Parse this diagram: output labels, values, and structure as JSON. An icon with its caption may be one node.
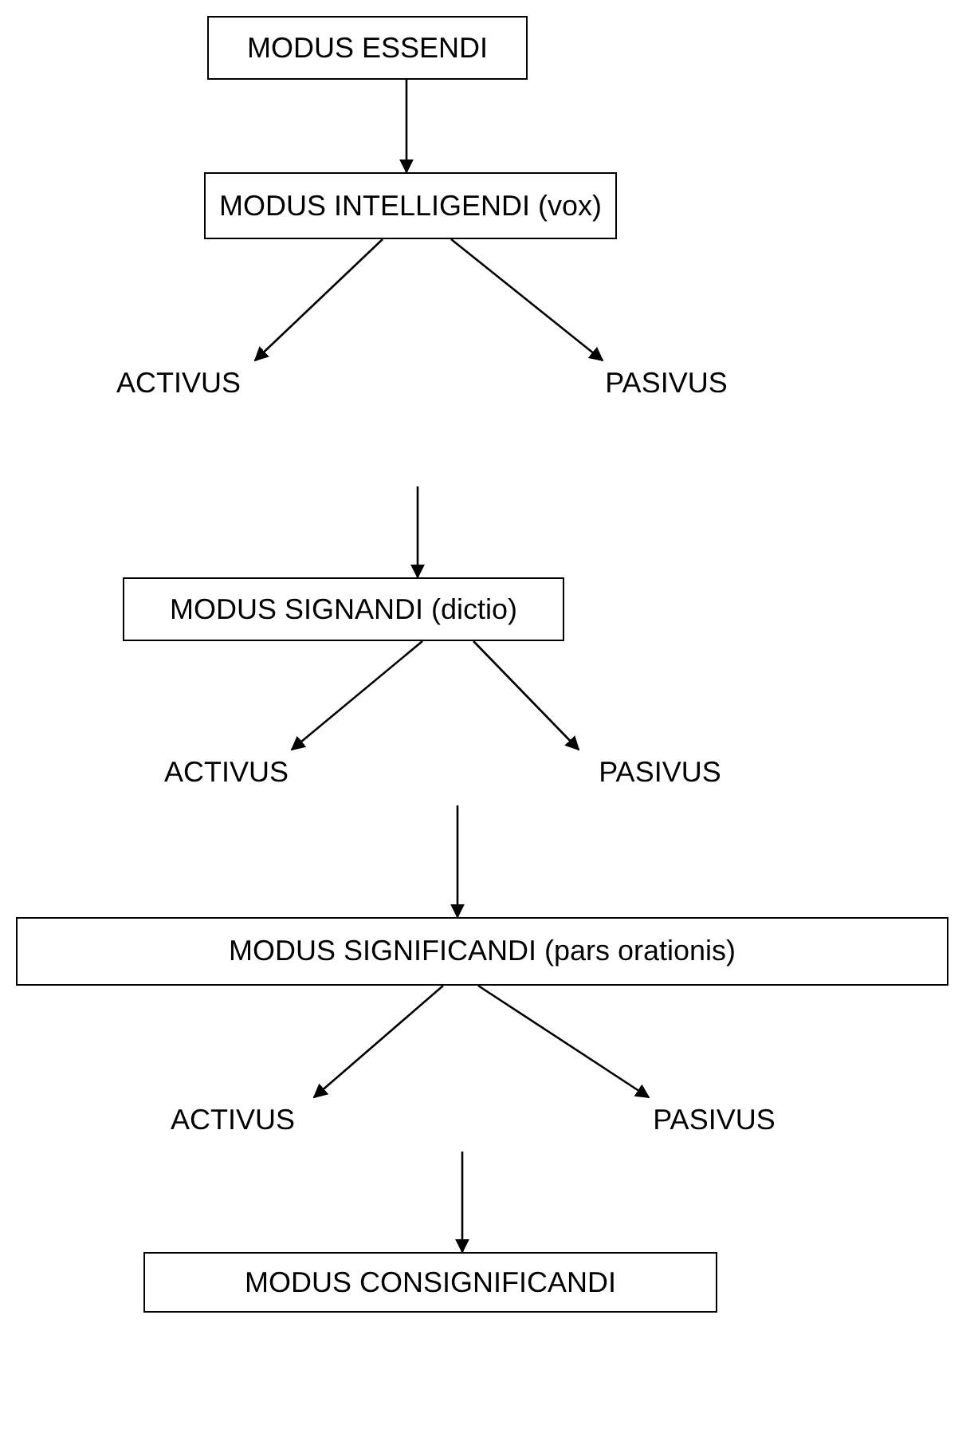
{
  "diagram": {
    "nodes": [
      {
        "text": [
          "MODUS ESSENDI"
        ]
      },
      {
        "text": [
          "MODUS INTELLIGENDI (vox)"
        ]
      },
      {
        "text": [
          "ACTIVUS"
        ]
      },
      {
        "text": [
          "PASIVUS"
        ]
      },
      {
        "text": [
          "MODUS SIGNANDI (dictio)"
        ]
      },
      {
        "text": [
          "ACTIVUS"
        ]
      },
      {
        "text": [
          "PASIVUS"
        ]
      },
      {
        "text": [
          "MODUS SIGNIFICANDI (pars orationis)"
        ]
      },
      {
        "text": [
          "ACTIVUS"
        ]
      },
      {
        "text": [
          "PASIVUS"
        ]
      },
      {
        "text": [
          "MODUS CONSIGNIFICANDI"
        ]
      }
    ],
    "edges": [
      {
        "from": 0,
        "to": 1,
        "arrow": "to"
      },
      {
        "from": 1,
        "to": 2,
        "arrow": "to"
      },
      {
        "from": 1,
        "to": 3,
        "arrow": "to"
      },
      {
        "from": null,
        "to": 4,
        "arrow": "to"
      },
      {
        "from": 4,
        "to": 5,
        "arrow": "to"
      },
      {
        "from": 4,
        "to": 6,
        "arrow": "to"
      },
      {
        "from": null,
        "to": 7,
        "arrow": "to"
      },
      {
        "from": 7,
        "to": 8,
        "arrow": "to"
      },
      {
        "from": 7,
        "to": 9,
        "arrow": "to"
      },
      {
        "from": null,
        "to": 10,
        "arrow": "to"
      }
    ]
  }
}
